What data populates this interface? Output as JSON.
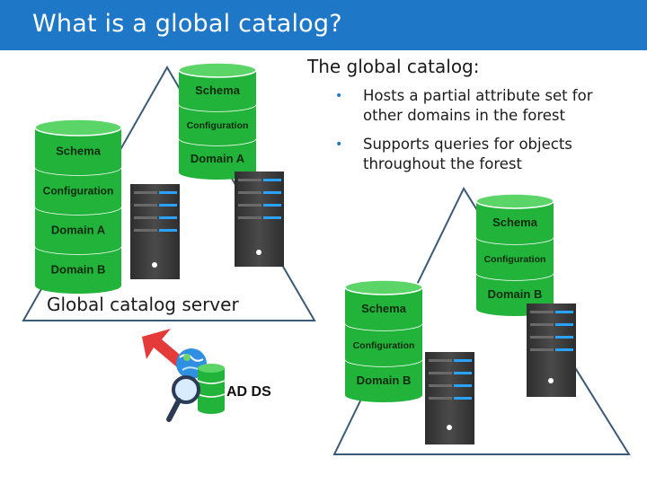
{
  "slide": {
    "title": "What is a global catalog?",
    "heading": "The global catalog:",
    "bullets": [
      "Hosts a partial attribute set for other domains in the forest",
      "Supports queries for objects throughout the forest"
    ]
  },
  "forest_left": {
    "label": "Global catalog server",
    "gc_stack": [
      "Schema",
      "Configuration",
      "Domain A",
      "Domain B"
    ],
    "dc_stack": [
      "Schema",
      "Configuration",
      "Domain A"
    ]
  },
  "forest_right": {
    "dc_stack_1": [
      "Schema",
      "Configuration",
      "Domain B"
    ],
    "dc_stack_2": [
      "Schema",
      "Configuration",
      "Domain B"
    ]
  },
  "adds": {
    "label": "AD DS"
  },
  "icons": {
    "arrow": "up-arrow-icon",
    "globe": "globe-icon",
    "magnifier": "magnifier-icon",
    "database": "database-icon",
    "server": "server-icon"
  },
  "colors": {
    "title_bar": "#1f77c8",
    "disk_green": "#22b33a",
    "disk_top": "#5bd468",
    "server_dark": "#3a3a3a",
    "server_led": "#2aa3ff",
    "arrow_red": "#e43a3a"
  }
}
